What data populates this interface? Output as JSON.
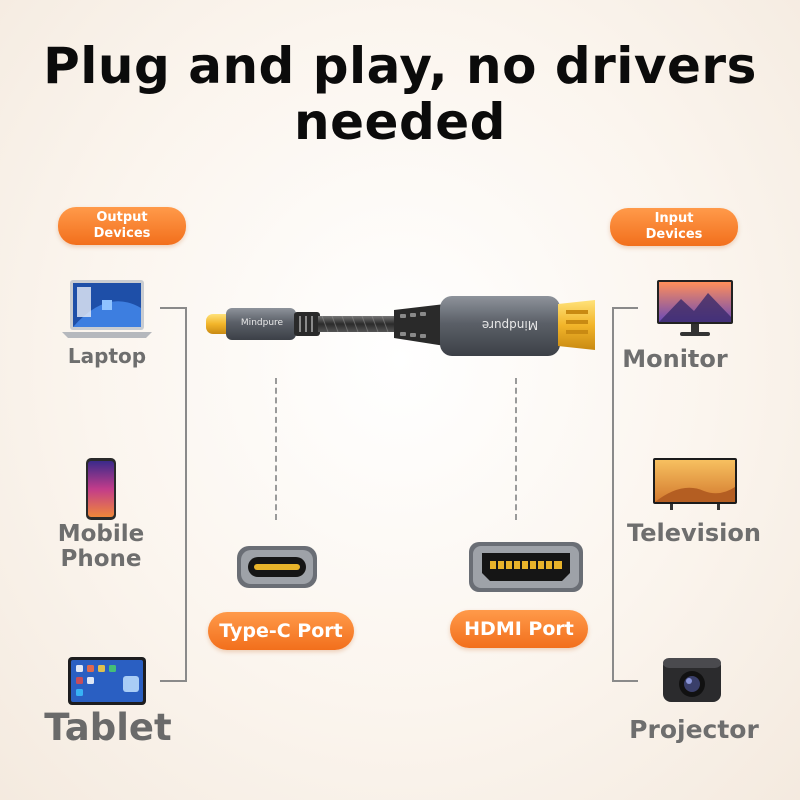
{
  "headline": {
    "line1": "Plug and play, no drivers",
    "line2": "needed"
  },
  "output_badge": {
    "line1": "Output",
    "line2": "Devices"
  },
  "input_badge": {
    "line1": "Input",
    "line2": "Devices"
  },
  "output_devices": [
    {
      "label": "Laptop",
      "icon": "laptop-icon"
    },
    {
      "label_line1": "Mobile",
      "label_line2": "Phone",
      "icon": "phone-icon"
    },
    {
      "label": "Tablet",
      "icon": "tablet-icon"
    }
  ],
  "input_devices": [
    {
      "label": "Monitor",
      "icon": "monitor-icon"
    },
    {
      "label": "Television",
      "icon": "television-icon"
    },
    {
      "label": "Projector",
      "icon": "projector-icon"
    }
  ],
  "cable": {
    "brand": "Mindpure"
  },
  "ports": {
    "typec_label": "Type-C Port",
    "hdmi_label": "HDMI Port"
  },
  "colors": {
    "accent": "#f26f1c",
    "text_gray": "#6e6e6e"
  }
}
